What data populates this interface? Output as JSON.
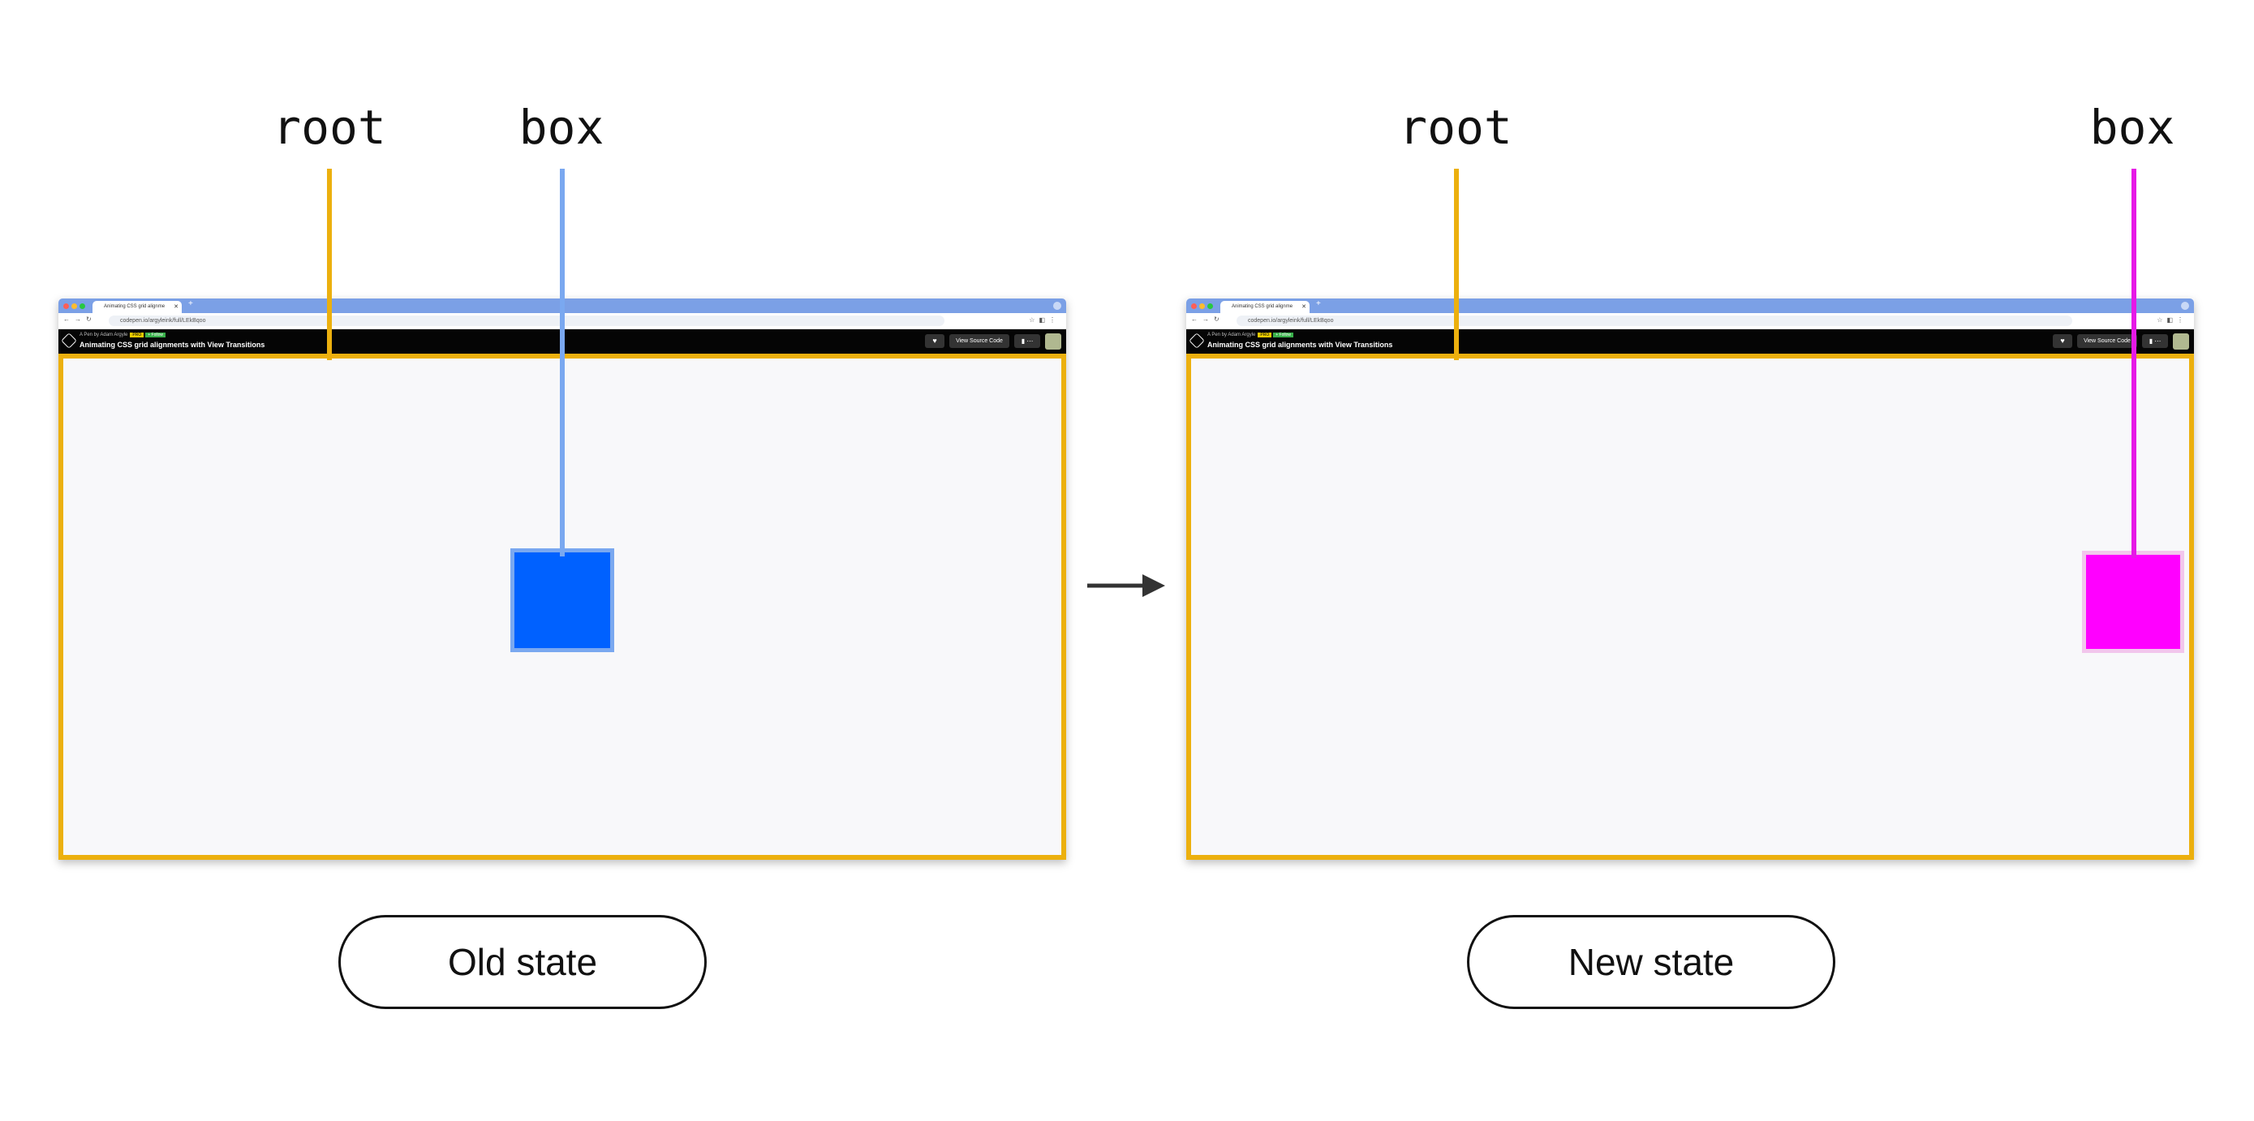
{
  "colors": {
    "root": "#ecb00e",
    "box_old_line": "#7aa8f0",
    "box_old_fill": "#0061ff",
    "box_old_border": "#7aa8f0",
    "box_new_line": "#e619e6",
    "box_new_fill": "#ff00ff",
    "box_new_border": "#f2c6ec",
    "arrow": "#333333"
  },
  "browser_chrome": {
    "tab_title": "Animating CSS grid alignme",
    "url": "codepen.io/argyleink/full/LEkBqoo",
    "byline": "A Pen by Adam Argyle",
    "pro_badge": "PRO",
    "follow_badge": "+ Follow",
    "pen_title": "Animating CSS grid alignments with View Transitions",
    "view_source_button": "View Source Code"
  },
  "old_state": {
    "label": "Old state",
    "root_callout": "root",
    "box_callout": "box"
  },
  "new_state": {
    "label": "New state",
    "root_callout": "root",
    "box_callout": "box"
  }
}
